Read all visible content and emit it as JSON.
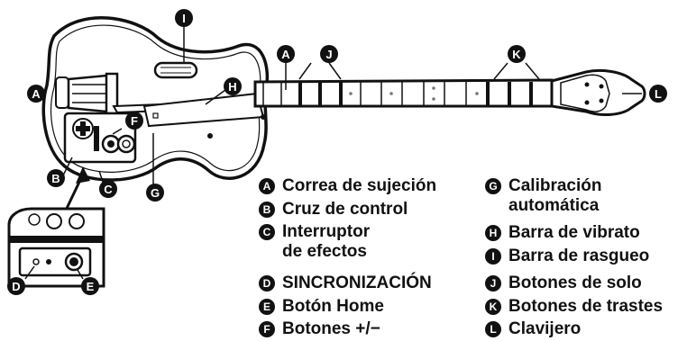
{
  "legend": [
    {
      "letter": "A",
      "label": "Correa de sujeción",
      "sub": ""
    },
    {
      "letter": "B",
      "label": "Cruz de control",
      "sub": ""
    },
    {
      "letter": "C",
      "label": "Interruptor",
      "sub": "de efectos"
    },
    {
      "letter": "D",
      "label": "SINCRONIZACIÓN",
      "sub": ""
    },
    {
      "letter": "E",
      "label": "Botón Home",
      "sub": ""
    },
    {
      "letter": "F",
      "label": "Botones +/−",
      "sub": ""
    },
    {
      "letter": "G",
      "label": "Calibración",
      "sub": "automática"
    },
    {
      "letter": "H",
      "label": "Barra de vibrato",
      "sub": ""
    },
    {
      "letter": "I",
      "label": "Barra de rasgueo",
      "sub": ""
    },
    {
      "letter": "J",
      "label": "Botones de solo",
      "sub": ""
    },
    {
      "letter": "K",
      "label": "Botones de trastes",
      "sub": ""
    },
    {
      "letter": "L",
      "label": "Clavijero",
      "sub": ""
    }
  ],
  "callouts": {
    "A_left": "A",
    "A_neck": "A",
    "B": "B",
    "C": "C",
    "D": "D",
    "E": "E",
    "F": "F",
    "G": "G",
    "H": "H",
    "I": "I",
    "J": "J",
    "K": "K",
    "L": "L"
  },
  "colors": {
    "ink": "#111111",
    "paper": "#ffffff",
    "gray": "#9a9a9a"
  }
}
